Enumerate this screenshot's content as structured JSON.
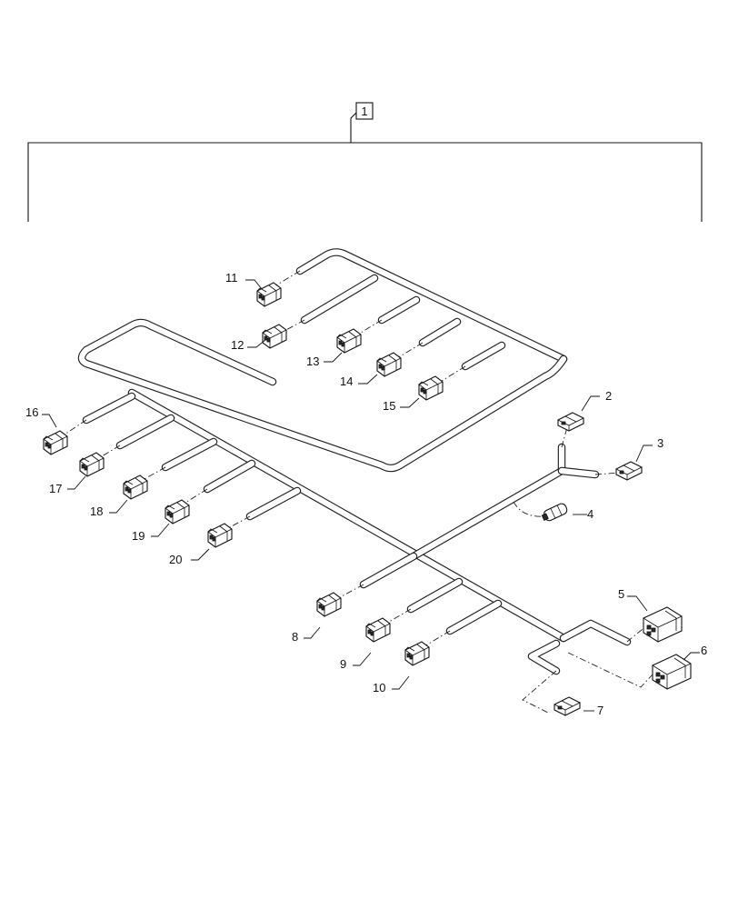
{
  "diagram": {
    "assembly_callout": "1",
    "callouts": [
      {
        "id": "c2",
        "label": "2"
      },
      {
        "id": "c3",
        "label": "3"
      },
      {
        "id": "c4",
        "label": "4"
      },
      {
        "id": "c5",
        "label": "5"
      },
      {
        "id": "c6",
        "label": "6"
      },
      {
        "id": "c7",
        "label": "7"
      },
      {
        "id": "c8",
        "label": "8"
      },
      {
        "id": "c9",
        "label": "9"
      },
      {
        "id": "c10",
        "label": "10"
      },
      {
        "id": "c11",
        "label": "11"
      },
      {
        "id": "c12",
        "label": "12"
      },
      {
        "id": "c13",
        "label": "13"
      },
      {
        "id": "c14",
        "label": "14"
      },
      {
        "id": "c15",
        "label": "15"
      },
      {
        "id": "c16",
        "label": "16"
      },
      {
        "id": "c17",
        "label": "17"
      },
      {
        "id": "c18",
        "label": "18"
      },
      {
        "id": "c19",
        "label": "19"
      },
      {
        "id": "c20",
        "label": "20"
      }
    ]
  }
}
